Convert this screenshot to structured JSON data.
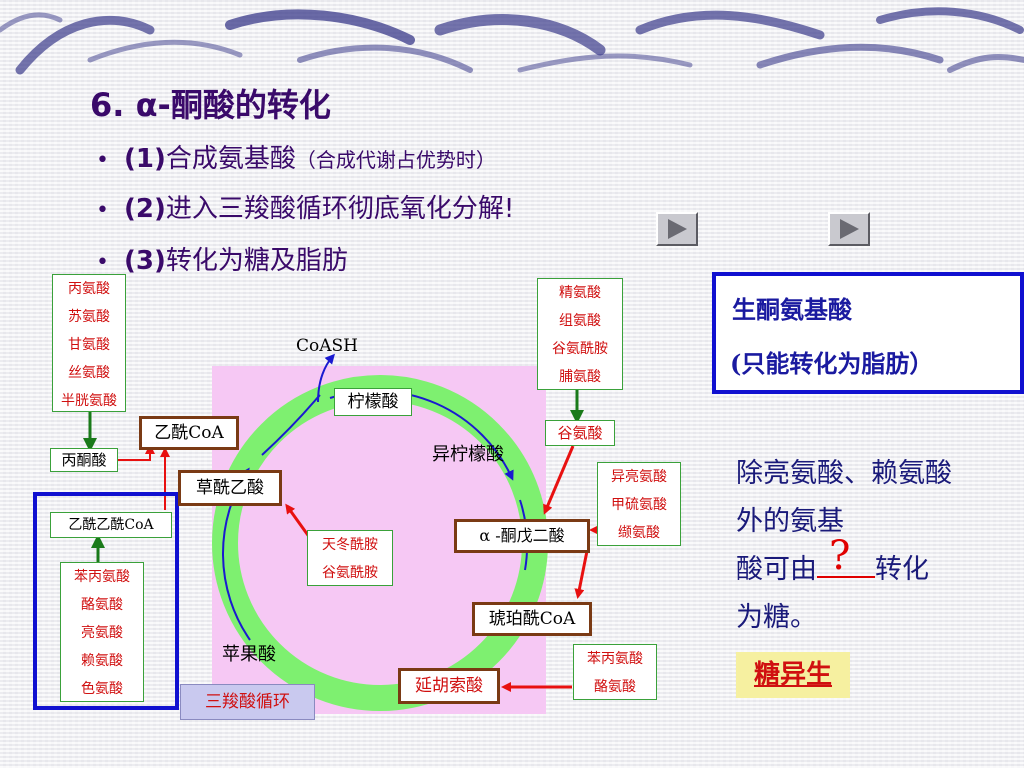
{
  "title": "6. α-酮酸的转化",
  "bullets": [
    {
      "num": "(1)",
      "text": "合成氨基酸",
      "note": "（合成代谢占优势时）"
    },
    {
      "num": "(2)",
      "text": "进入三羧酸循环彻底氧化分解!"
    },
    {
      "num": "(3)",
      "text": "转化为糖及脂肪"
    }
  ],
  "bullet_dot": "•",
  "ketogenic": {
    "title": "生酮氨基酸",
    "note": "(只能转化为脂肪）"
  },
  "side_text": {
    "line1": "除亮氨酸、赖氨酸外的氨基",
    "line2a": "酸可由",
    "qmark": "?",
    "line2b": "转化",
    "line3": "为糖。"
  },
  "gluconeogenesis": "糖异生",
  "diagram": {
    "cycle_name": "三羧酸循环",
    "coash": "CoASH",
    "citrate": "柠檬酸",
    "isocitrate": "异柠檬酸",
    "akg": "α -酮戊二酸",
    "succinyl": "琥珀酰CoA",
    "fumarate": "延胡索酸",
    "malate": "苹果酸",
    "oaa": "草酰乙酸",
    "acetylcoa": "乙酰CoA",
    "pyruvate": "丙酮酸",
    "acetoacetyl": "乙酰乙酰CoA",
    "glutamate": "谷氨酸",
    "group_pyruvate": [
      "丙氨酸",
      "苏氨酸",
      "甘氨酸",
      "丝氨酸",
      "半胱氨酸"
    ],
    "group_glutamate": [
      "精氨酸",
      "组氨酸",
      "谷氨酰胺",
      "脯氨酸"
    ],
    "group_succinyl": [
      "异亮氨酸",
      "甲硫氨酸",
      "缬氨酸"
    ],
    "group_oaa": [
      "天冬酰胺",
      "谷氨酰胺"
    ],
    "group_fumarate": [
      "苯丙氨酸",
      "酪氨酸"
    ],
    "group_acetoacetyl": [
      "苯丙氨酸",
      "酪氨酸",
      "亮氨酸",
      "赖氨酸",
      "色氨酸"
    ]
  },
  "colors": {
    "title": "#3a0a6a",
    "red": "#d01010",
    "green_arrow": "#1a7a1a",
    "ring": "#7ef070",
    "pink": "#f6c8f4",
    "blue_box": "#1010d0",
    "brown": "#7a3a14"
  },
  "icons": {
    "nav": "play-triangle-icon"
  }
}
